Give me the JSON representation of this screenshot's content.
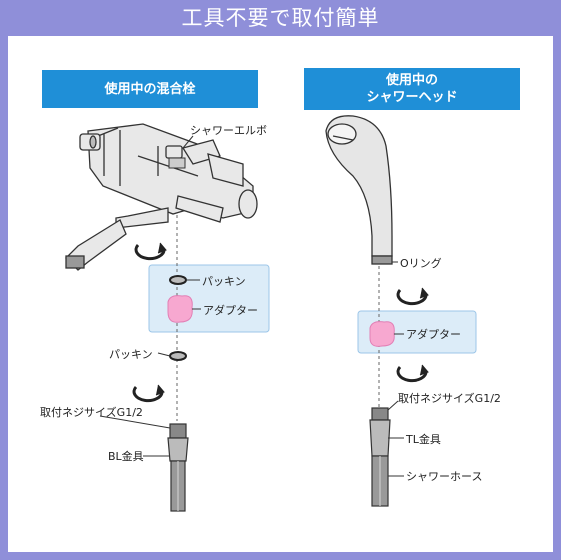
{
  "title": "工具不要で取付簡単",
  "left": {
    "header": "使用中の混合栓",
    "labels": {
      "elbow": "シャワーエルボ",
      "packing_top": "パッキン",
      "adapter": "アダプター",
      "packing_bottom": "パッキン",
      "thread": "取付ネジサイズG1/2",
      "fitting": "BL金具"
    }
  },
  "right": {
    "header_line1": "使用中の",
    "header_line2": "シャワーヘッド",
    "labels": {
      "oring": "Oリング",
      "adapter": "アダプター",
      "thread": "取付ネジサイズG1/2",
      "fitting": "TL金具",
      "hose": "シャワーホース"
    }
  },
  "colors": {
    "background": "#8f8fd9",
    "header": "#1f8fd7",
    "adapter_box": "#dcecf8",
    "adapter": "#f7a8d0"
  },
  "icons": [
    "rotate-arrow-icon"
  ]
}
